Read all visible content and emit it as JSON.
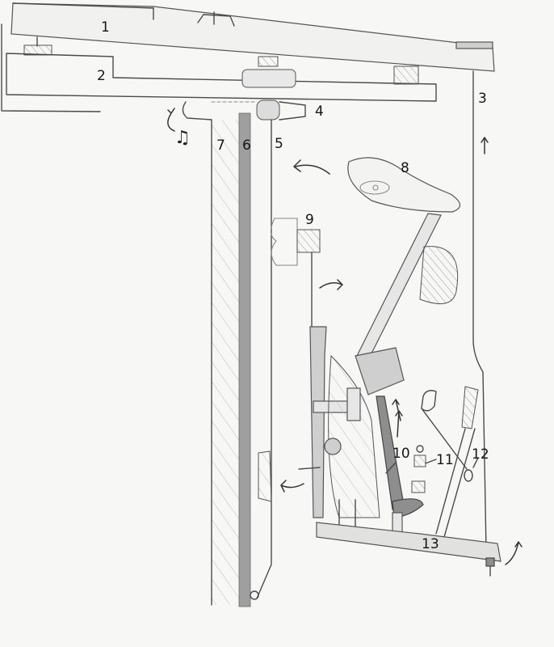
{
  "diagram": {
    "subject": "Upright piano action mechanism (hand-drawn pencil sketch)",
    "style": {
      "paper": "#f7f7f5",
      "pencil": "#4a4a4a",
      "shading": "#cfcfcf"
    },
    "labels": [
      {
        "id": "1",
        "text": "1"
      },
      {
        "id": "2",
        "text": "2"
      },
      {
        "id": "3",
        "text": "3"
      },
      {
        "id": "4",
        "text": "4"
      },
      {
        "id": "5",
        "text": "5"
      },
      {
        "id": "6",
        "text": "6"
      },
      {
        "id": "7",
        "text": "7"
      },
      {
        "id": "8",
        "text": "8"
      },
      {
        "id": "9",
        "text": "9"
      },
      {
        "id": "10",
        "text": "10"
      },
      {
        "id": "11",
        "text": "11"
      },
      {
        "id": "12",
        "text": "12"
      },
      {
        "id": "13",
        "text": "13"
      }
    ],
    "annotations": {
      "music_note": "♫",
      "rotation_arrow": "curved-arrow"
    },
    "motion_arrows": [
      {
        "name": "hammer-return-arrow",
        "direction": "left"
      },
      {
        "name": "damper-arrow",
        "direction": "right"
      },
      {
        "name": "jack-up-arrow",
        "direction": "up"
      },
      {
        "name": "damper-lower-arrow",
        "direction": "left"
      },
      {
        "name": "sticker-up-arrow",
        "direction": "up"
      },
      {
        "name": "key-end-arrow",
        "direction": "up"
      }
    ]
  }
}
